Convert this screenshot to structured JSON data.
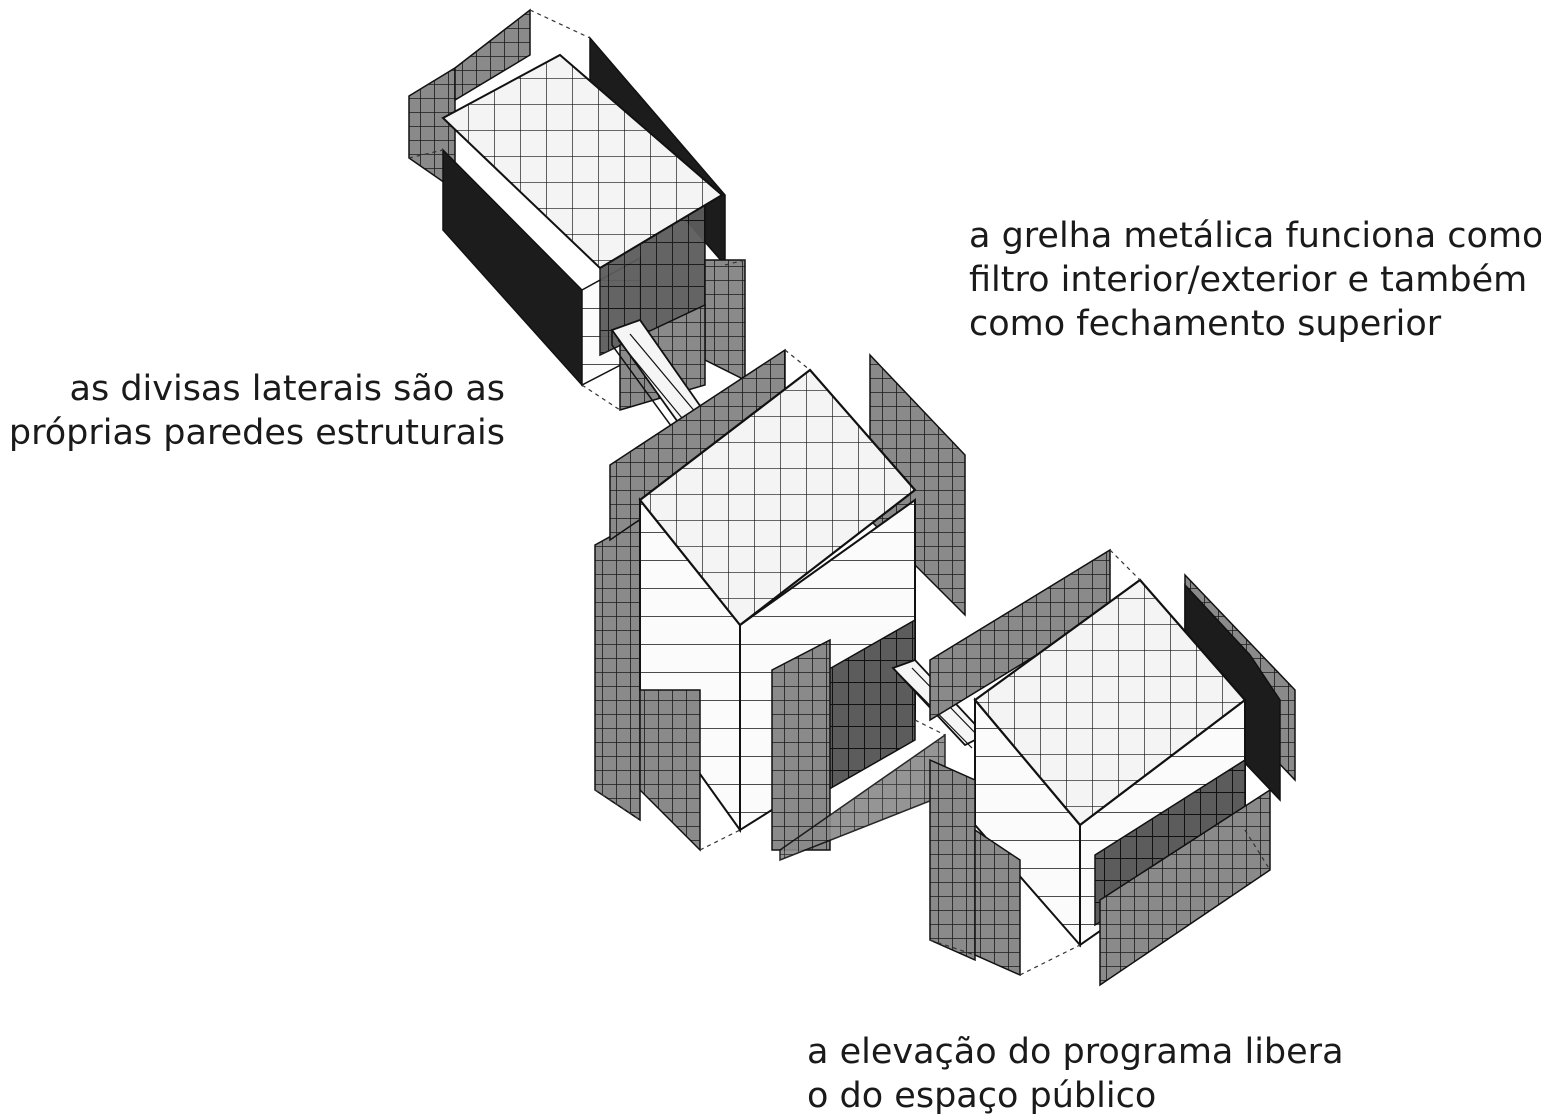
{
  "annotations": {
    "grid_note": {
      "lines": [
        "a grelha metálica funciona como",
        "filtro interior/exterior e também",
        "como fechamento superior"
      ]
    },
    "walls_note": {
      "lines": [
        "as divisas laterais são as",
        "próprias paredes estruturais"
      ]
    },
    "elevation_note": {
      "lines": [
        "a elevação do programa libera",
        "o do espaço público"
      ]
    }
  },
  "diagram": {
    "elements": [
      "building-top-small",
      "building-center-tall",
      "building-bottom-right",
      "bridge-upper",
      "bridge-lower"
    ],
    "colors": {
      "screen_fill": "#8a8a8a",
      "dark_wall": "#1c1c1c",
      "roof_fill": "#f2f2f2",
      "line": "#111111",
      "dashed": "#333333"
    }
  }
}
